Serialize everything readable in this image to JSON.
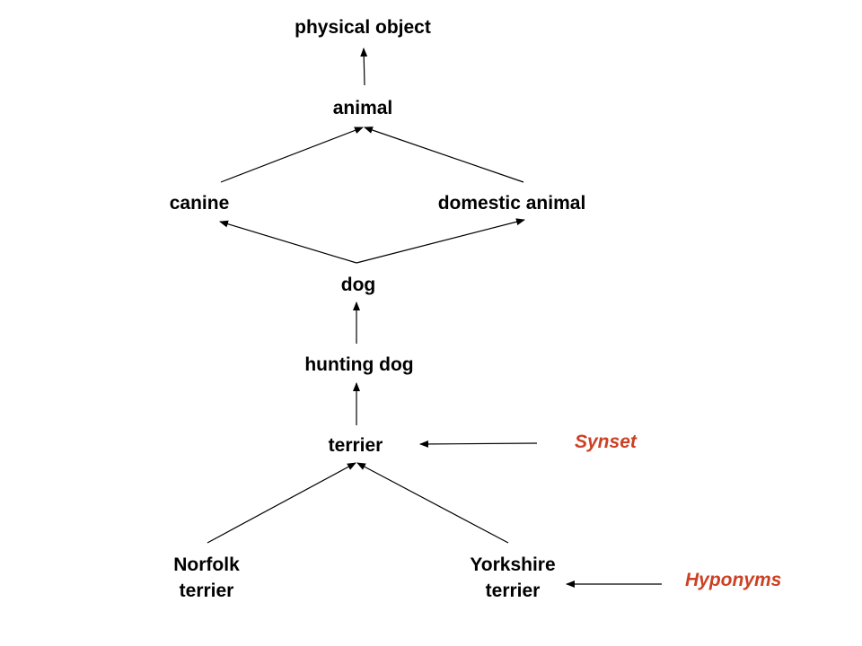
{
  "nodes": {
    "physical_object": "physical object",
    "animal": "animal",
    "canine": "canine",
    "domestic_animal": "domestic animal",
    "dog": "dog",
    "hunting_dog": "hunting dog",
    "terrier": "terrier",
    "norfolk_terrier": {
      "line1": "Norfolk",
      "line2": "terrier"
    },
    "yorkshire_terrier": {
      "line1": "Yorkshire",
      "line2": "terrier"
    }
  },
  "annotations": {
    "synset": "Synset",
    "hyponyms": "Hyponyms"
  },
  "colors": {
    "node_text": "#000000",
    "annotation_text": "#cc4125",
    "edge": "#000000"
  }
}
